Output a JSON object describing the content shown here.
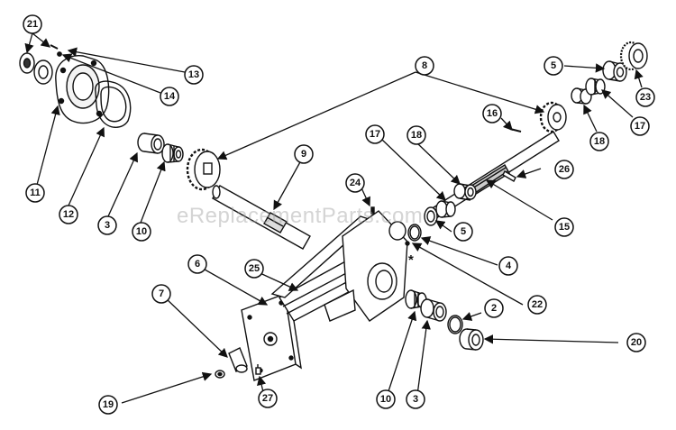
{
  "watermark": "eReplacementParts.com",
  "asterisk": "*",
  "callouts": [
    "21",
    "13",
    "14",
    "11",
    "12",
    "3",
    "10",
    "8",
    "9",
    "5",
    "23",
    "17",
    "18",
    "16",
    "26",
    "15",
    "24",
    "4",
    "22",
    "6",
    "25",
    "7",
    "2",
    "20",
    "19",
    "27",
    "10",
    "3",
    "17",
    "18",
    "5"
  ],
  "colors": {
    "ink": "#111111",
    "watermark": "#a0a0a0"
  }
}
